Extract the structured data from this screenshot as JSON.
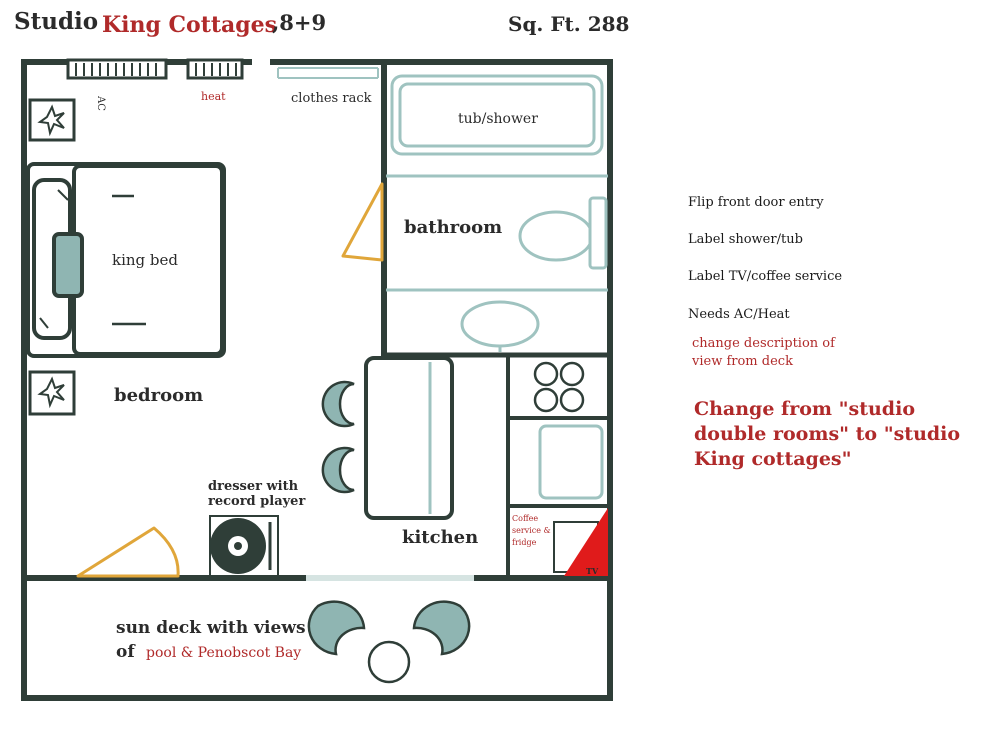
{
  "header": {
    "title_prefix": "Studio",
    "title_name": "King Cottages",
    "unit_numbers": ",8+9",
    "square_feet": "Sq. Ft. 288"
  },
  "labels": {
    "ac": "AC",
    "heat": "heat",
    "clothes_rack": "clothes rack",
    "tub_shower": "tub/shower",
    "bathroom": "bathroom",
    "king_bed": "king bed",
    "bedroom": "bedroom",
    "dresser_line1": "dresser with",
    "dresser_line2": "record player",
    "kitchen": "kitchen",
    "coffee_line1": "Coffee",
    "coffee_line2": "service &",
    "coffee_line3": "fridge",
    "tv": "TV",
    "deck_line1": "sun deck with views",
    "deck_of": "of",
    "deck_place": "pool & Penobscot Bay"
  },
  "notes": {
    "items": [
      "Flip front door entry",
      "Label shower/tub",
      "Label TV/coffee service",
      "Needs AC/Heat"
    ],
    "deck_change_line1": "change description of",
    "deck_change_line2": "view from deck",
    "rename_line1": "Change from \"studio",
    "rename_line2": "double rooms\" to \"studio",
    "rename_line3": "King cottages\""
  },
  "colors": {
    "wall": "#2f3e38",
    "fixture": "#8fb5b2",
    "fixture_fill": "#9fc3c0",
    "door": "#e0a63a",
    "annotation_red": "#b02a2a",
    "tv_red": "#e01b1b"
  },
  "icons": [
    "plant-icon",
    "plant-icon",
    "record-player-icon"
  ]
}
